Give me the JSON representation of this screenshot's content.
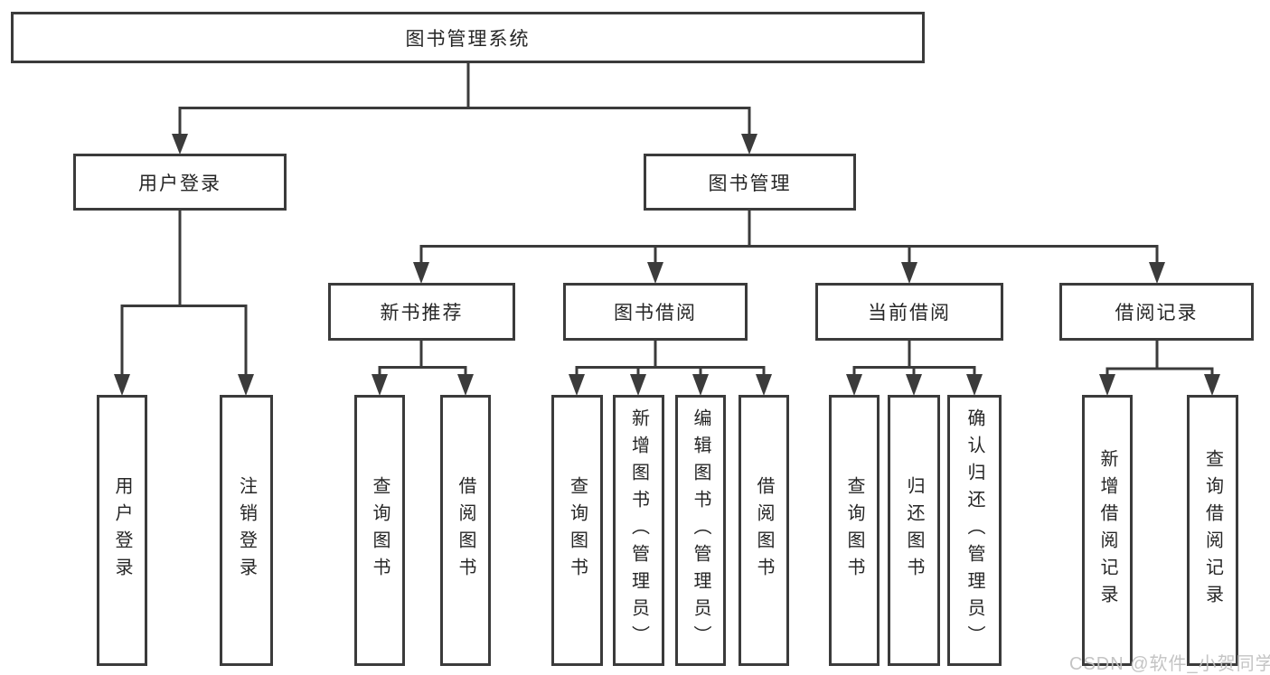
{
  "nodes": {
    "root": "图书管理系统",
    "user_login": "用户登录",
    "book_management": "图书管理",
    "new_book_recommend": "新书推荐",
    "book_borrow": "图书借阅",
    "current_borrow": "当前借阅",
    "borrow_records": "借阅记录",
    "leaf_user_login": "用户登录",
    "leaf_logout": "注销登录",
    "leaf_recommend_query_books": "查询图书",
    "leaf_recommend_borrow_books": "借阅图书",
    "leaf_borrow_query_books": "查询图书",
    "leaf_add_books_admin": "新增图书（管理员）",
    "leaf_edit_books_admin": "编辑图书（管理员）",
    "leaf_borrow_books": "借阅图书",
    "leaf_current_query_books": "查询图书",
    "leaf_return_books": "归还图书",
    "leaf_confirm_return_admin": "确认归还（管理员）",
    "leaf_add_borrow_record": "新增借阅记录",
    "leaf_query_borrow_record": "查询借阅记录"
  },
  "watermark": "CSDN @软件_小贺同学",
  "colors": {
    "line": "#3b3b3b",
    "box_border": "#3b3b3b",
    "box_fill": "#ffffff",
    "text": "#262626",
    "watermark": "#c1c1c1"
  }
}
